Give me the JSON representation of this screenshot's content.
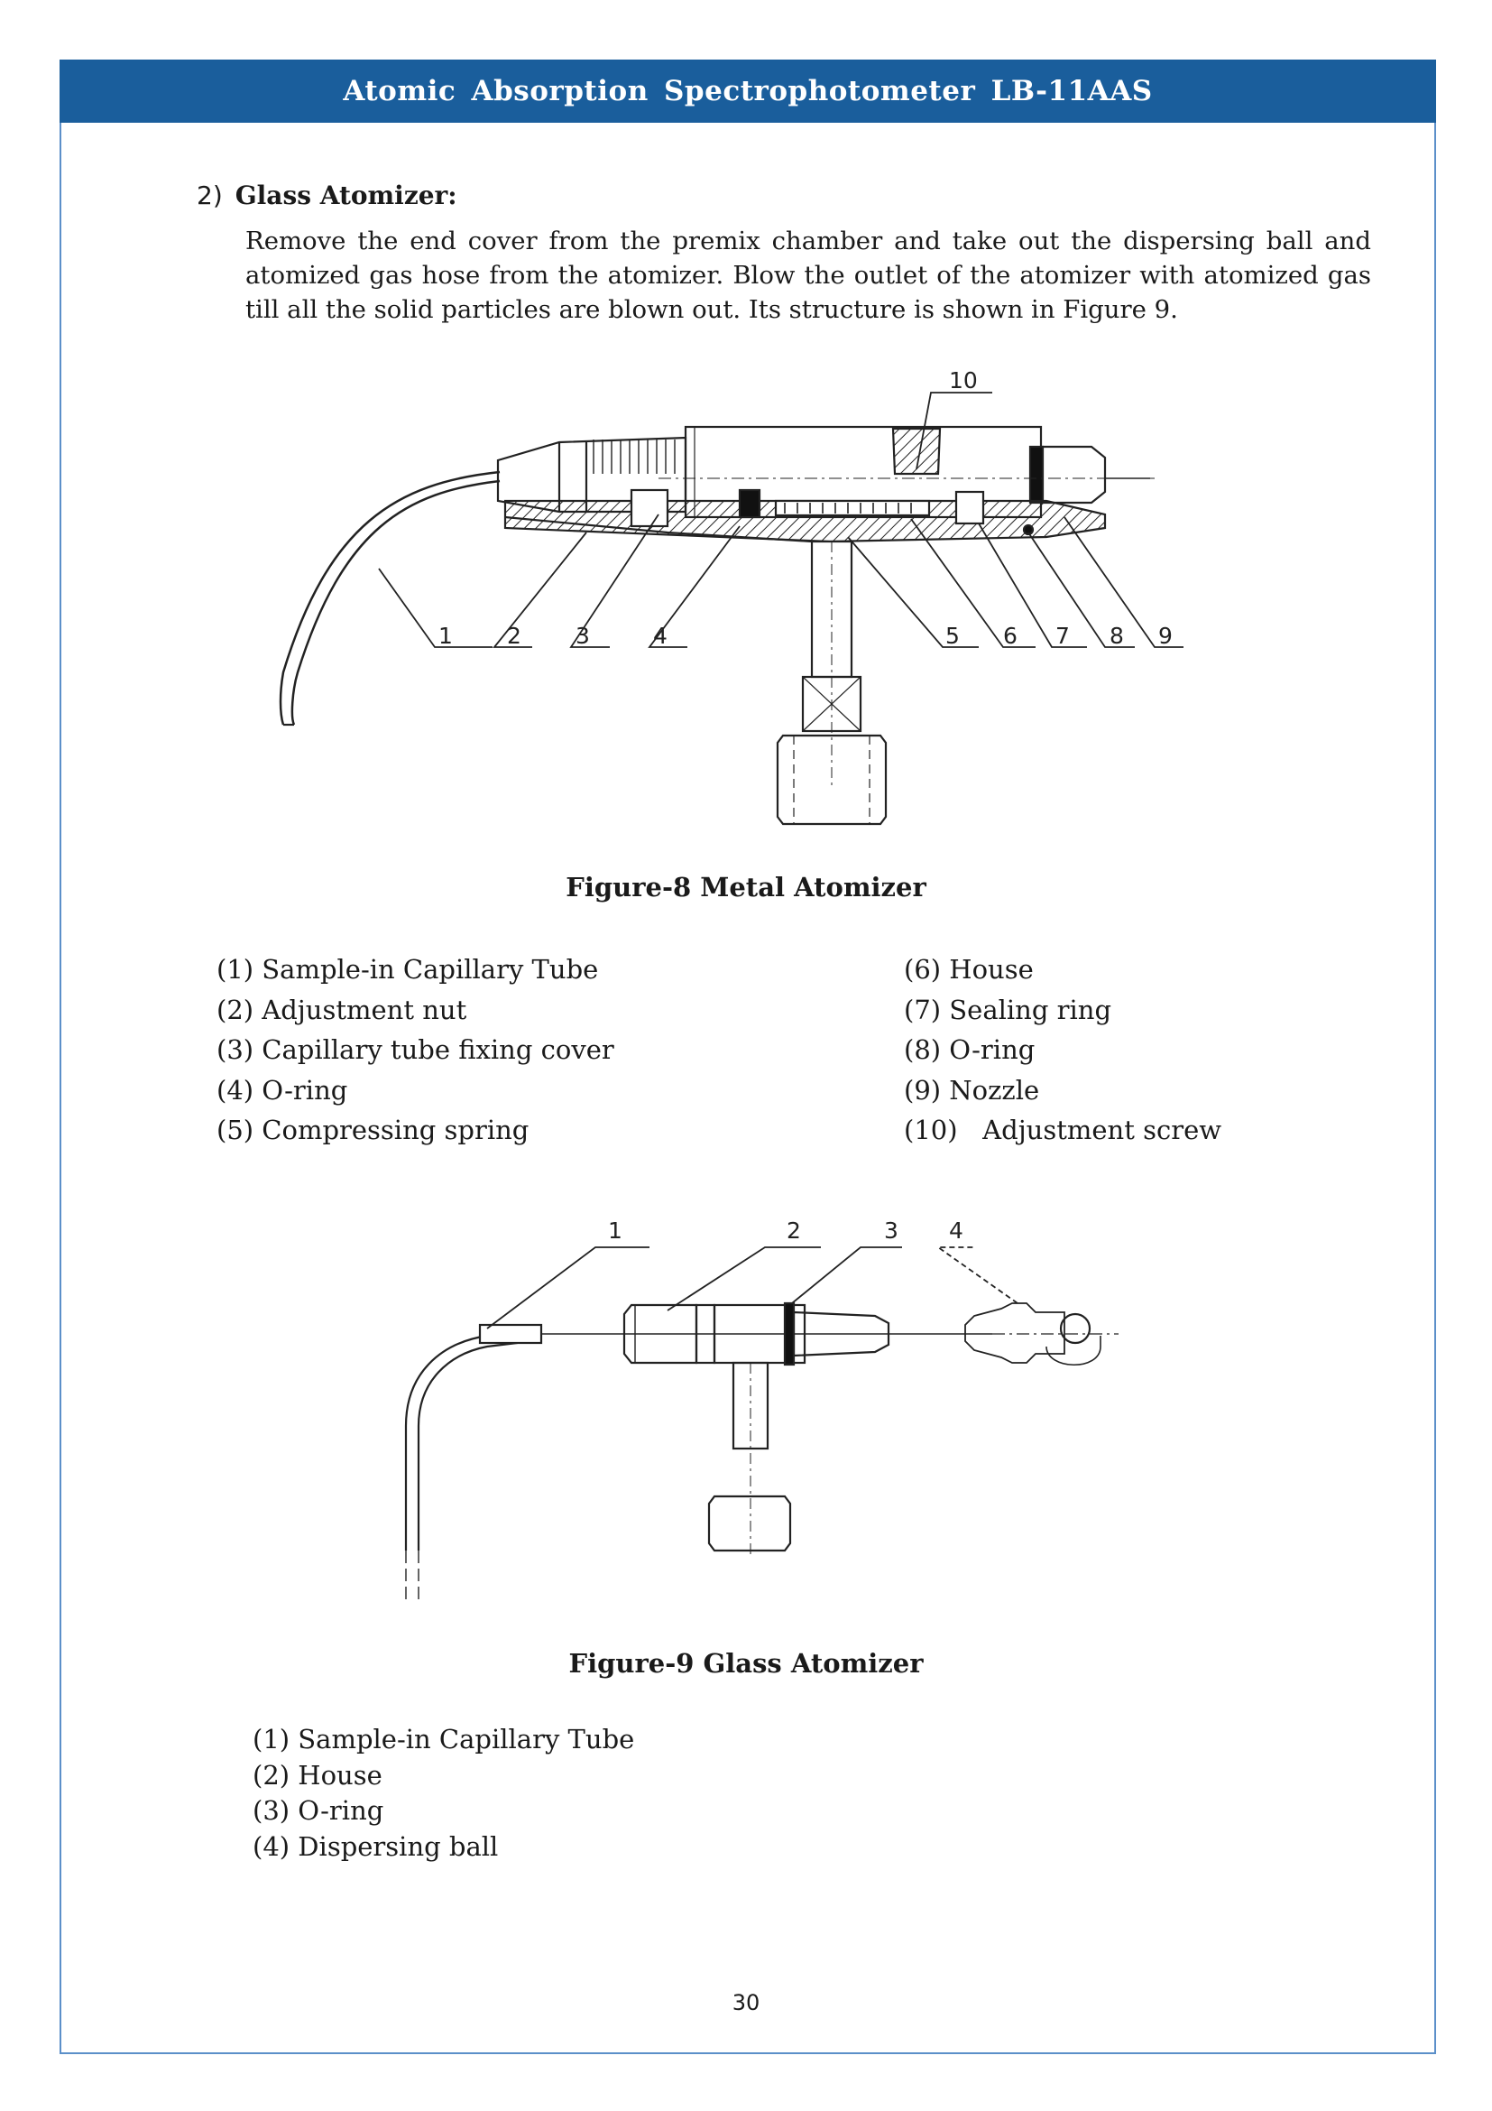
{
  "header": {
    "title": "Atomic  Absorption  Spectrophotometer  LB-11AAS"
  },
  "section": {
    "number": "2)",
    "title": "Glass Atomizer:",
    "paragraph_lines": [
      "Remove the end cover from the premix chamber and take out the dispersing ball and",
      "atomized gas hose from the atomizer. Blow the outlet of the atomizer with atomized gas",
      "till all the solid particles are blown out. Its structure is shown in Figure 9."
    ]
  },
  "figure8": {
    "caption": "Figure-8 Metal Atomizer",
    "callouts": [
      "1",
      "2",
      "3",
      "4",
      "5",
      "6",
      "7",
      "8",
      "9",
      "10"
    ],
    "parts_left": [
      "(1) Sample-in Capillary Tube",
      "(2) Adjustment nut",
      "(3) Capillary tube fixing cover",
      "(4) O-ring",
      "(5) Compressing spring"
    ],
    "parts_right": [
      "(6) House",
      "(7) Sealing ring",
      "(8) O-ring",
      "(9) Nozzle",
      "(10)   Adjustment screw"
    ]
  },
  "figure9": {
    "caption": "Figure-9 Glass Atomizer",
    "callouts": [
      "1",
      "2",
      "3",
      "4"
    ],
    "parts": [
      "(1) Sample-in Capillary Tube",
      "(2) House",
      "(3) O-ring",
      "(4) Dispersing ball"
    ]
  },
  "page_number": "30"
}
